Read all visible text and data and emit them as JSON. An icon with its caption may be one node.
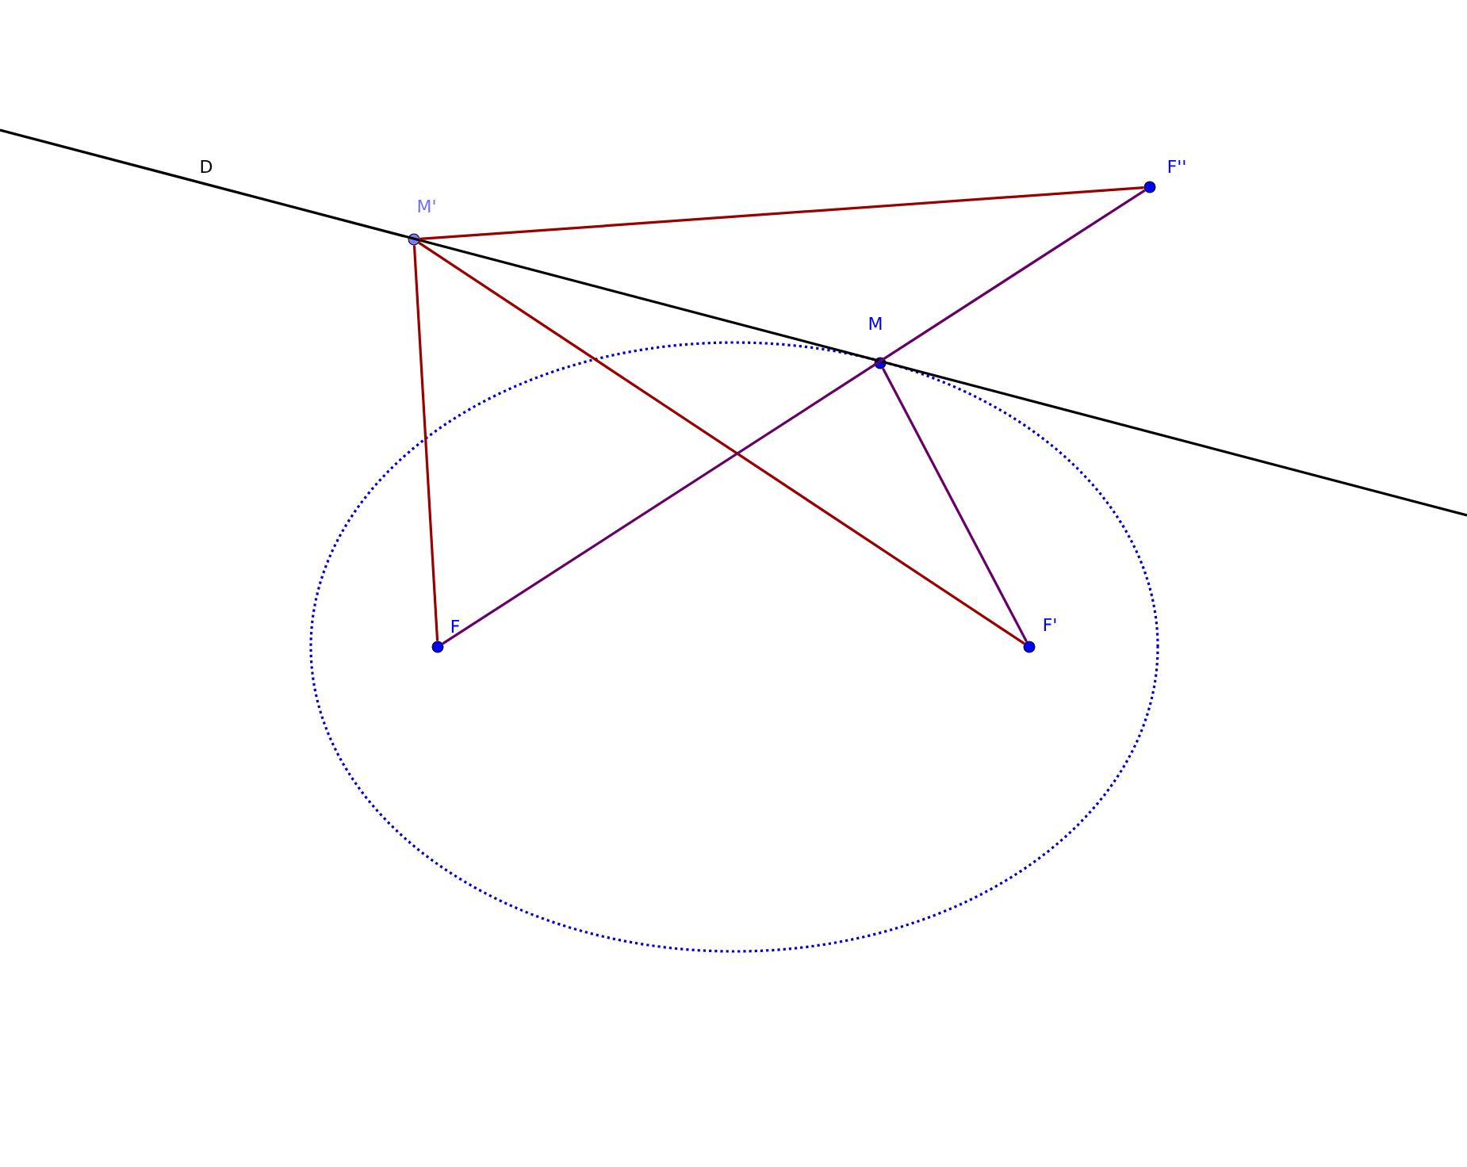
{
  "diagram": {
    "nodes": [
      {
        "text": [],
        "shape": "circle",
        "beside": [
          "M'"
        ]
      },
      {
        "text": [],
        "shape": "circle",
        "beside": [
          "F''"
        ]
      },
      {
        "text": [],
        "shape": "circle",
        "beside": [
          "M"
        ]
      },
      {
        "text": [],
        "shape": "circle",
        "beside": [
          "F"
        ]
      },
      {
        "text": [],
        "shape": "circle",
        "beside": [
          "F'"
        ]
      }
    ],
    "edges": [
      {
        "from": 0,
        "to": 1,
        "arrow": "none"
      },
      {
        "from": 0,
        "to": 3,
        "arrow": "none"
      },
      {
        "from": 0,
        "to": 4,
        "arrow": "none"
      },
      {
        "from": 1,
        "to": 3,
        "arrow": "none",
        "color": "#660066"
      },
      {
        "from": 2,
        "to": 4,
        "arrow": "none",
        "color": "#660066"
      }
    ],
    "labels": [
      "D"
    ]
  }
}
